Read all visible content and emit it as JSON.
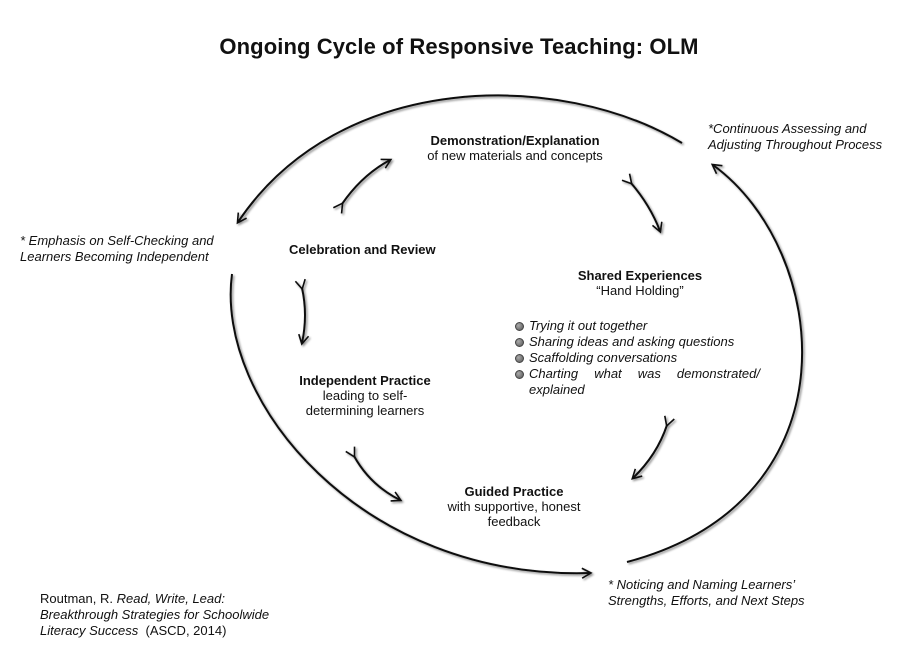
{
  "title": "Ongoing Cycle of Responsive Teaching: OLM",
  "nodes": {
    "demonstration": {
      "title": "Demonstration/Explanation",
      "subtitle": "of new materials and concepts"
    },
    "celebration": {
      "title": "Celebration and Review"
    },
    "shared": {
      "title": "Shared Experiences",
      "subtitle": "“Hand Holding”",
      "bullets": [
        "Trying it out together",
        "Sharing ideas and asking questions",
        "Scaffolding conversations",
        "Charting what was demonstrated/ explained"
      ]
    },
    "independent": {
      "title": "Independent Practice",
      "subtitle_line1": "leading to self-",
      "subtitle_line2": "determining learners"
    },
    "guided": {
      "title": "Guided Practice",
      "subtitle_line1": "with supportive, honest",
      "subtitle_line2": "feedback"
    }
  },
  "notes": {
    "continuous_line1": "*Continuous Assessing and",
    "continuous_line2": "Adjusting Throughout Process",
    "emphasis_line1": "* Emphasis on Self-Checking and",
    "emphasis_line2": "Learners Becoming Independent",
    "noticing_line1": "* Noticing and Naming Learners’",
    "noticing_line2": "Strengths, Efforts, and Next Steps"
  },
  "citation": {
    "author": "Routman, R. ",
    "book_line1": "Read, Write, Lead:",
    "book_line2": "Breakthrough Strategies for Schoolwide",
    "book_line3": "Literacy Success",
    "publisher": "(ASCD, 2014)"
  }
}
